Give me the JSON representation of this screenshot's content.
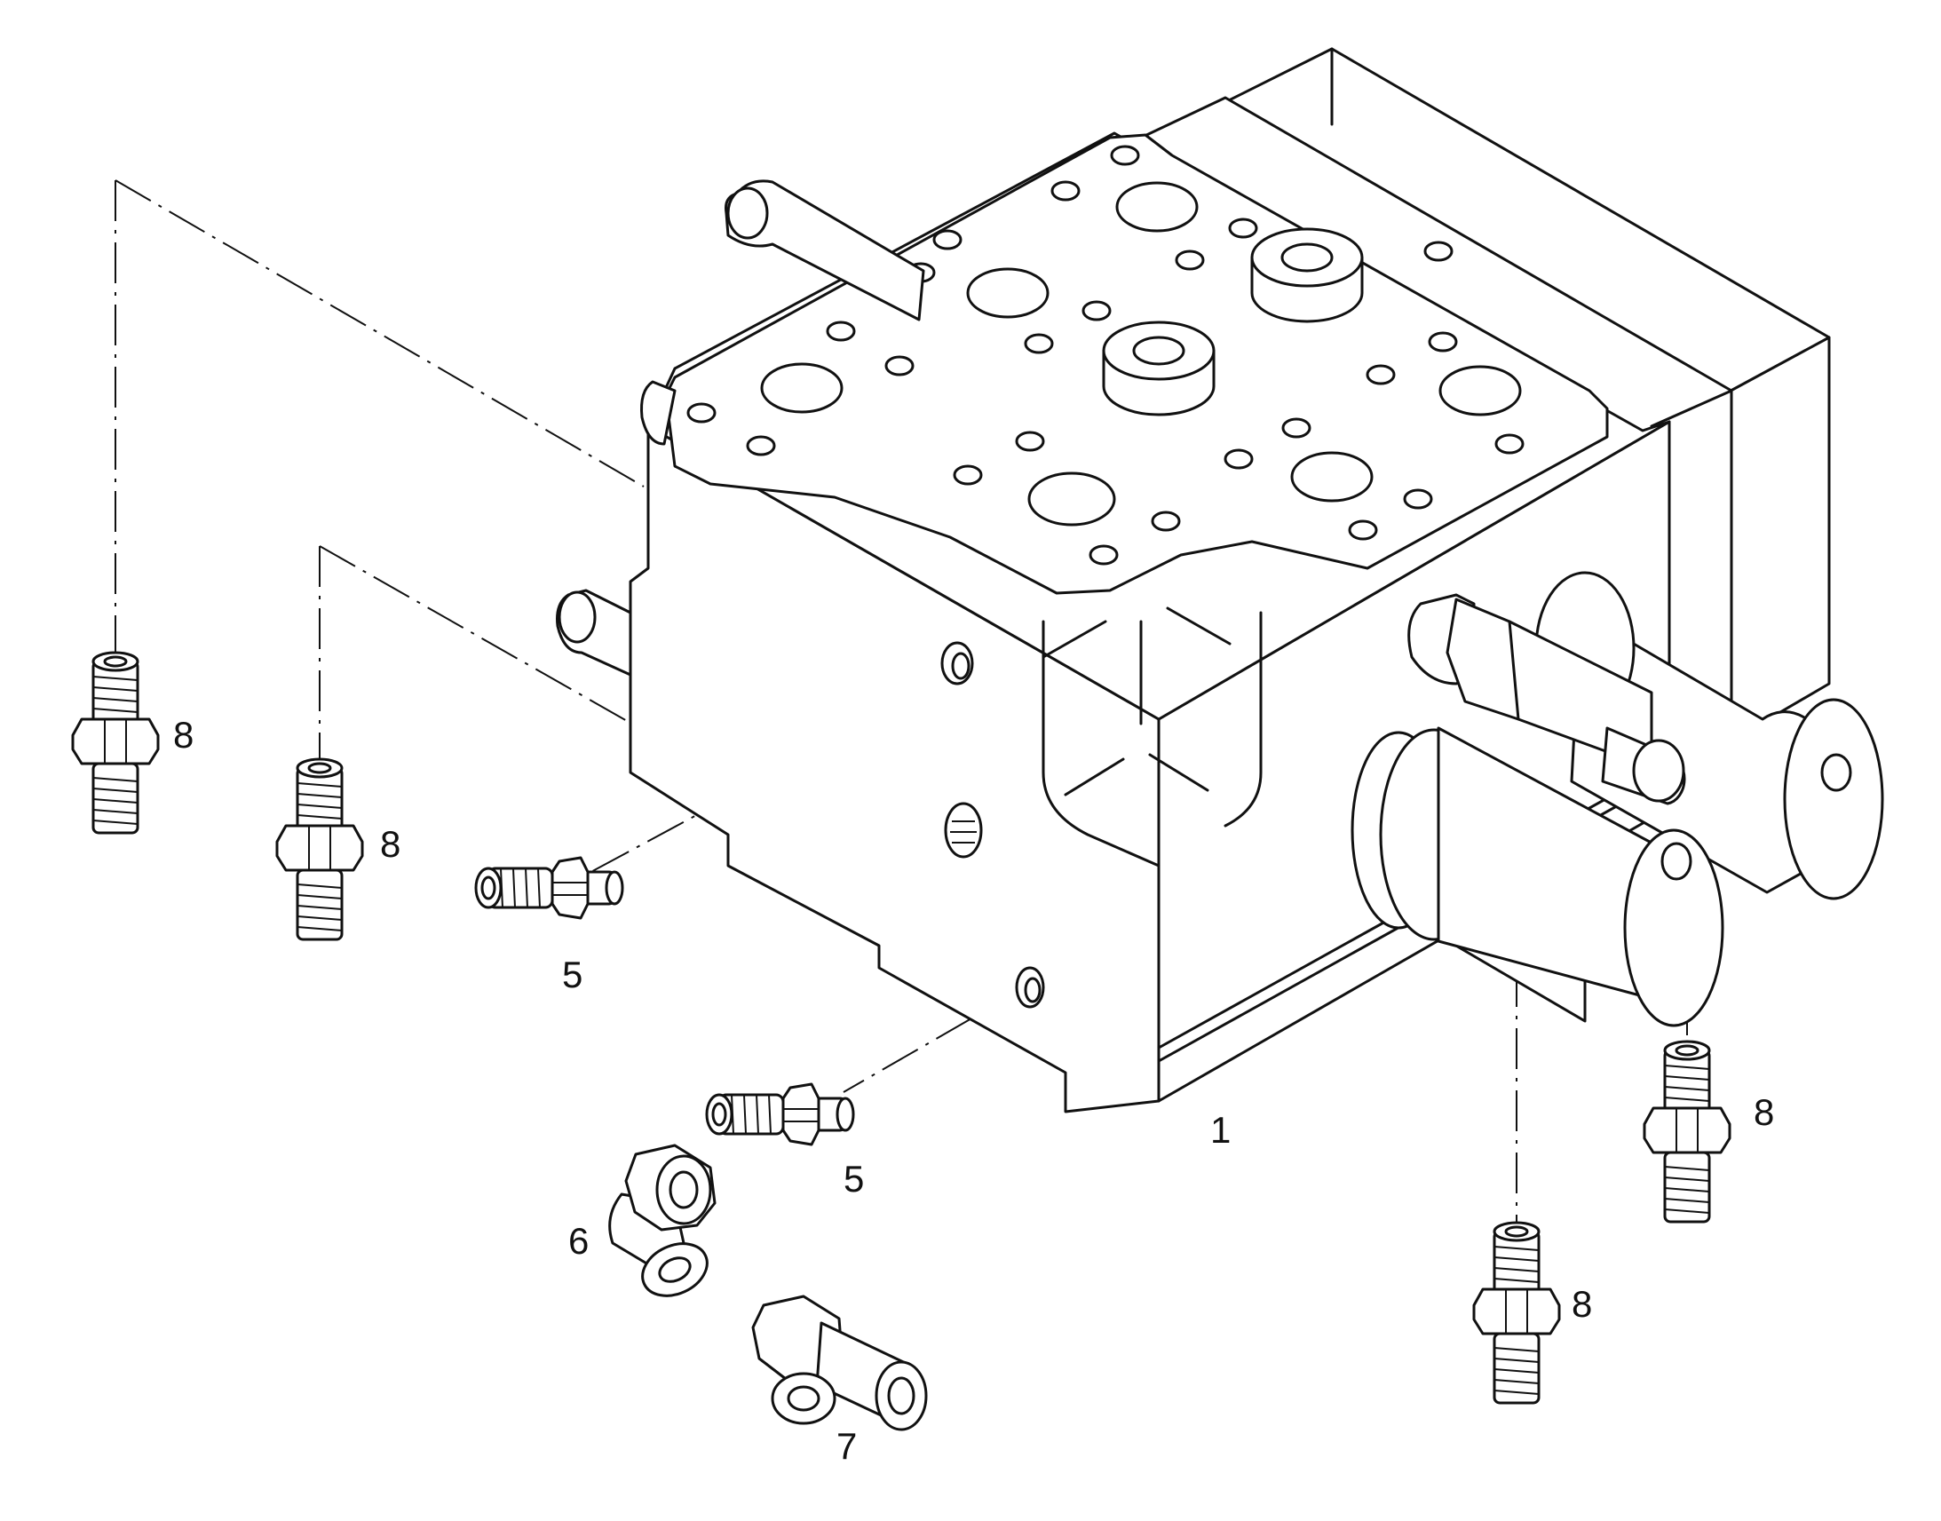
{
  "labels": {
    "main_valve": "1",
    "fitting_5": "5",
    "elbow_6": "6",
    "tee_7": "7",
    "fitting_8": "8"
  }
}
